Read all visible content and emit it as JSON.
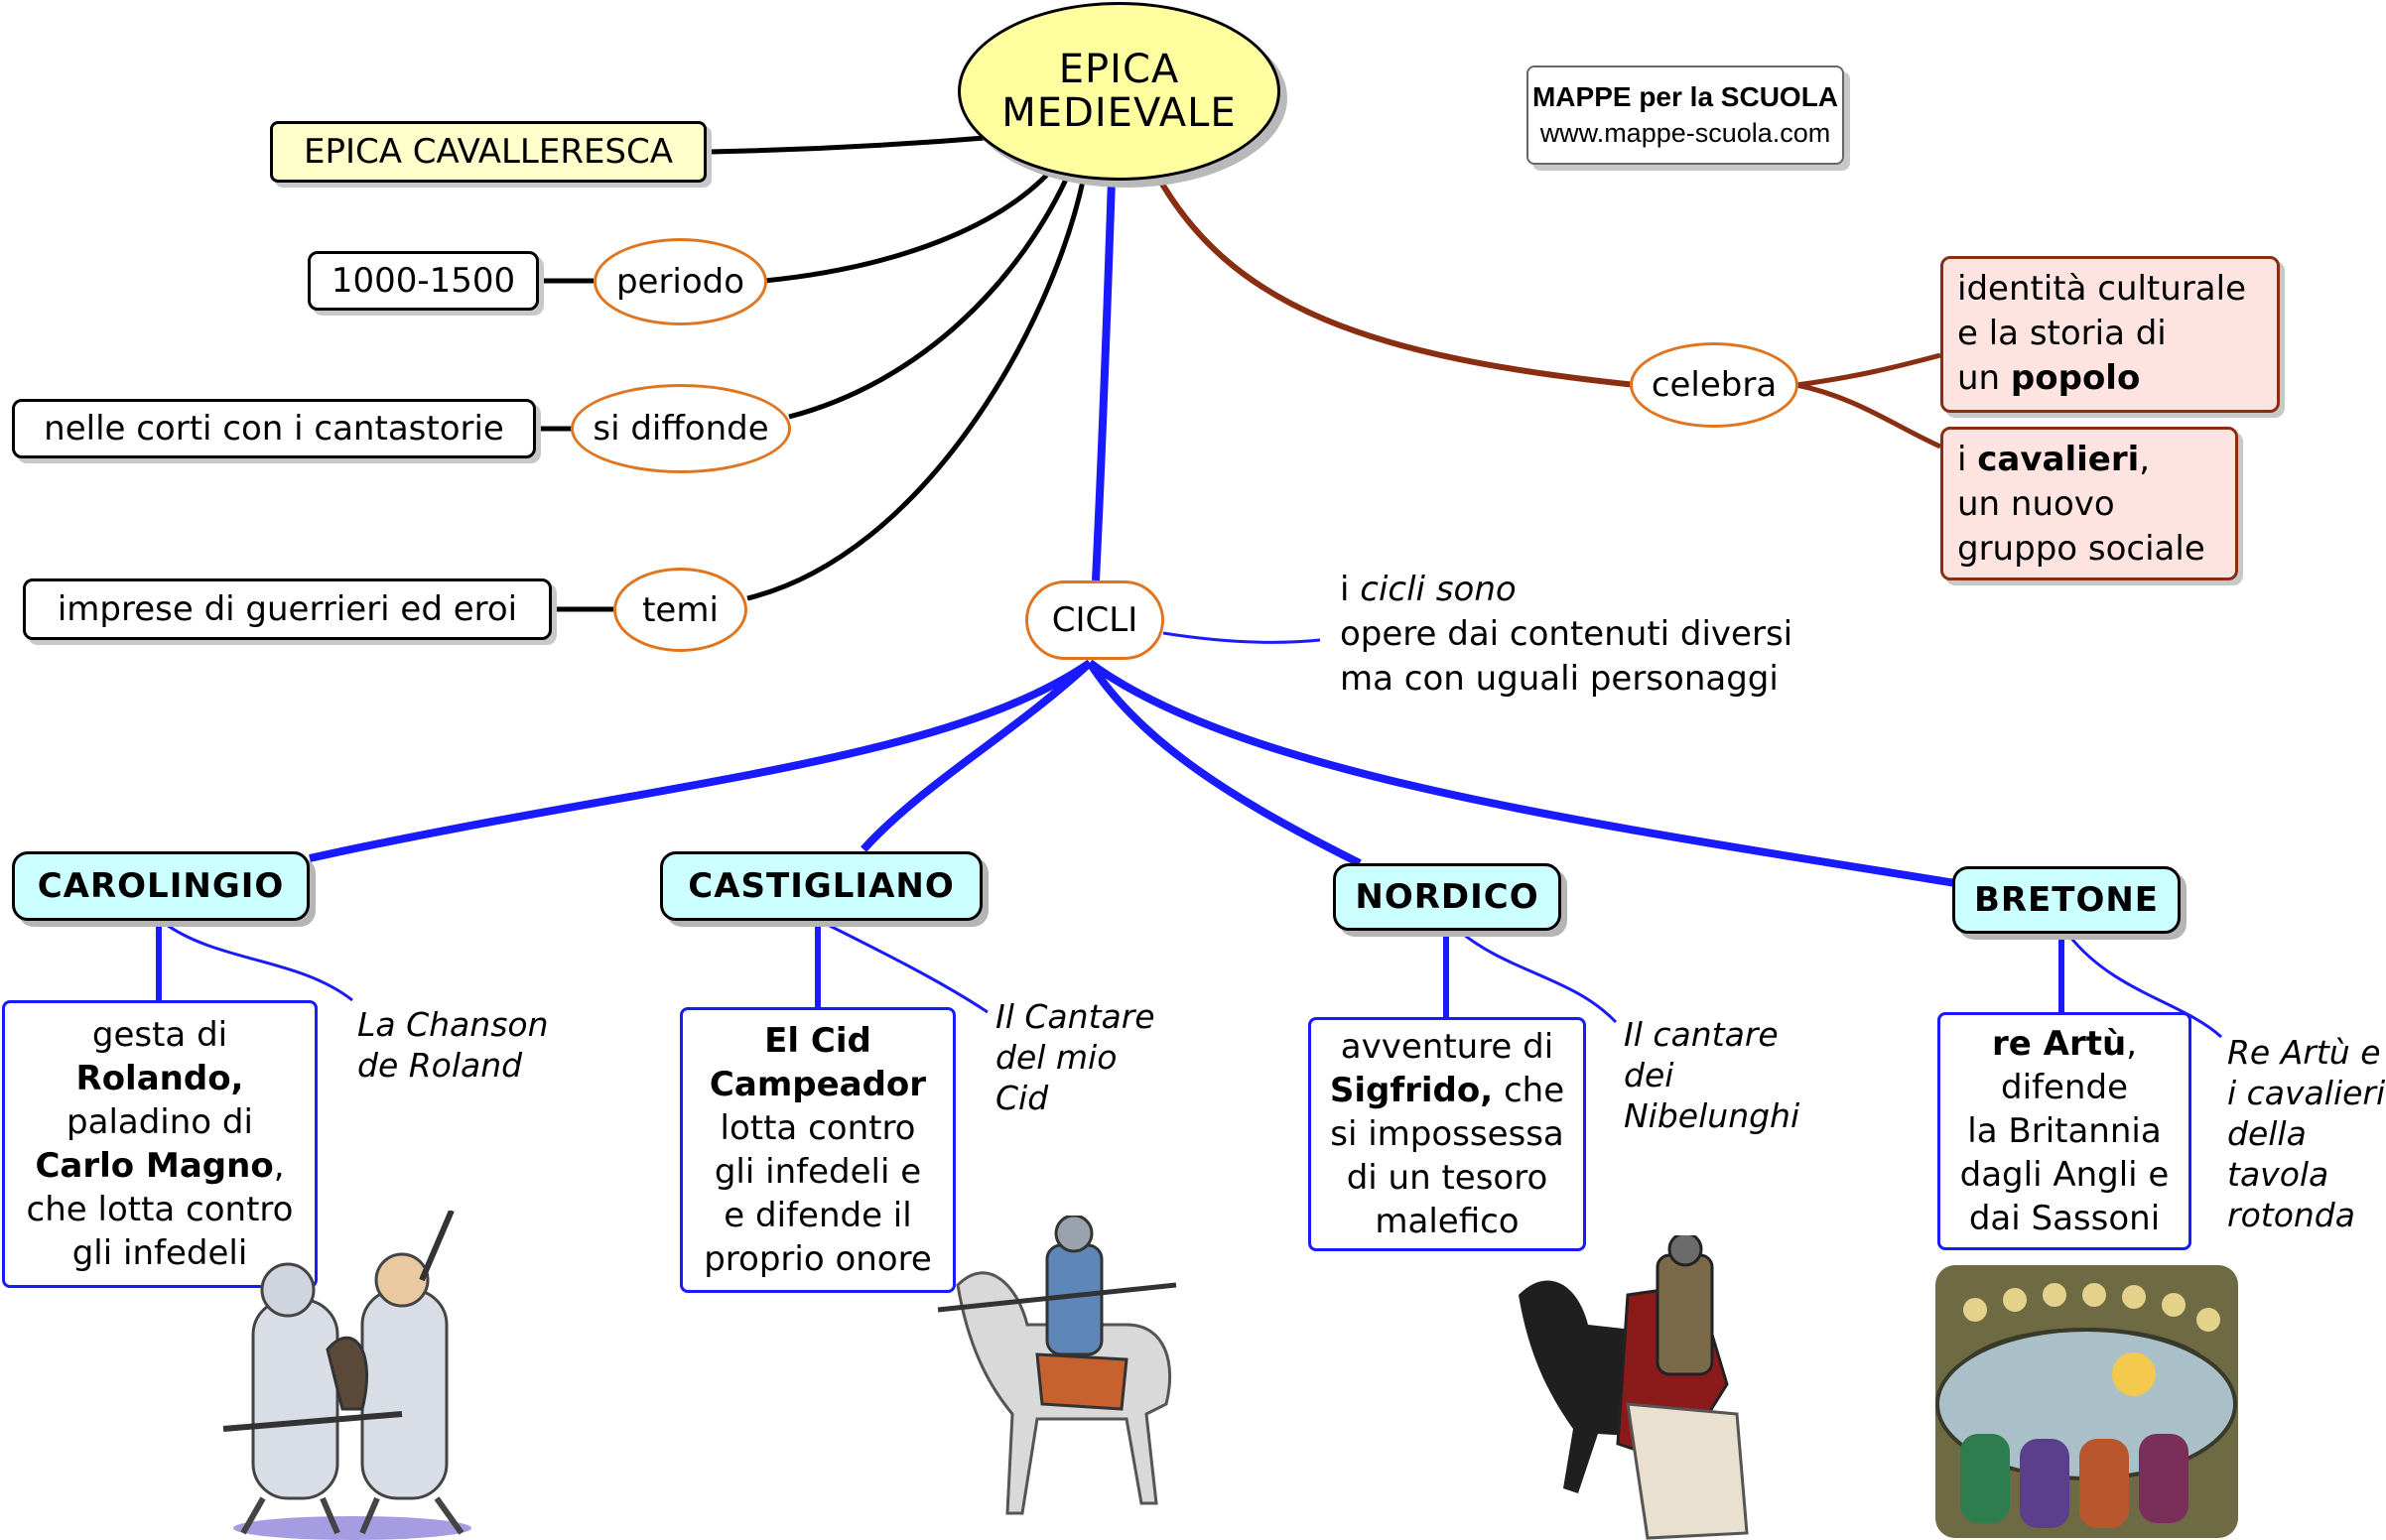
{
  "root": {
    "line1": "EPICA",
    "line2": "MEDIEVALE"
  },
  "header_box": {
    "title": "MAPPE per la SCUOLA",
    "url": "www.mappe-scuola.com"
  },
  "subtitle_box": "EPICA CAVALLERESCA",
  "branches": {
    "periodo": {
      "label": "periodo",
      "value": "1000-1500"
    },
    "diffonde": {
      "label": "si diffonde",
      "value": "nelle corti con i cantastorie"
    },
    "temi": {
      "label": "temi",
      "value": "imprese di guerrieri ed eroi"
    },
    "celebra": {
      "label": "celebra",
      "box1": {
        "line1": "identità culturale",
        "line2": "e la storia di",
        "line3_pre": "un ",
        "line3_bold": "popolo"
      },
      "box2": {
        "line1_pre": "i ",
        "line1_bold": "cavalieri",
        "line1_post": ",",
        "line2": "un nuovo",
        "line3": "gruppo sociale"
      }
    }
  },
  "cicli": {
    "label": "CICLI",
    "note": {
      "line1_pre": "i ",
      "line1_em": "cicli sono",
      "line2": "opere dai contenuti diversi",
      "line3": "ma con uguali personaggi"
    }
  },
  "cycles": [
    {
      "title": "CAROLINGIO",
      "desc": {
        "l1": "gesta di",
        "l2": "Rolando,",
        "l3": "paladino di",
        "l4": "Carlo Magno",
        "l4b": ",",
        "l5": "che lotta contro",
        "l6": "gli infedeli"
      },
      "work": {
        "l1": "La Chanson",
        "l2": "de Roland"
      },
      "image": "knights-fighting-illustration"
    },
    {
      "title": "CASTIGLIANO",
      "desc": {
        "l1": "El Cid",
        "l2": "Campeador",
        "l3": "lotta contro",
        "l4": "gli infedeli e",
        "l5": "e difende il",
        "l6": "proprio onore"
      },
      "work": {
        "l1": "Il Cantare",
        "l2": "del mio",
        "l3": "Cid"
      },
      "image": "knight-on-horse-illustration"
    },
    {
      "title": "NORDICO",
      "desc": {
        "l1": "avventure di",
        "l2": "Sigfrido,",
        "l2b": " che",
        "l3": "si impossessa",
        "l4": "di un tesoro",
        "l5": "malefico"
      },
      "work": {
        "l1": "Il cantare",
        "l2": "dei",
        "l3": "Nibelunghi"
      },
      "image": "warriors-on-horses-illustration"
    },
    {
      "title": "BRETONE",
      "desc": {
        "l1": "re Artù",
        "l1b": ",",
        "l2": "difende",
        "l3": "la Britannia",
        "l4": "dagli Angli e",
        "l5": "dai Sassoni"
      },
      "work": {
        "l1": "Re Artù e",
        "l2": "i cavalieri",
        "l3": "della",
        "l4": "tavola",
        "l5": "rotonda"
      },
      "image": "round-table-illustration"
    }
  ],
  "colors": {
    "black_link": "#000000",
    "blue_link": "#1a1aff",
    "brown_link": "#8a2e12",
    "oval_border": "#e0751f",
    "root_fill": "#ffffa0",
    "cyan_fill": "#ccffff",
    "pink_fill": "#fde4e0"
  }
}
